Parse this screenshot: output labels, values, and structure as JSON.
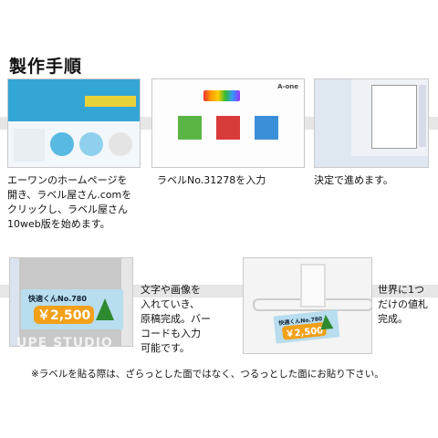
{
  "heading": "製作手順",
  "steps": [
    {
      "caption": "エーワンのホームページを\n開き、ラベル屋さん.comを\nクリックし、ラベル屋さん\n10web版を始めます。"
    },
    {
      "caption": "ラベルNo.31278を入力"
    },
    {
      "caption": "決定で進めます。"
    },
    {
      "caption": "文字や画像を\n入れていき、\n原稿完成。バー\nコードも入力\n可能です。"
    },
    {
      "caption": "世界に1つ\nだけの値札\n完成。"
    }
  ],
  "label_sample": {
    "product": "快適くんNo.780",
    "price": "￥2,500"
  },
  "software_logo": "A-one",
  "watermark": "UPE STUDIO",
  "note": "※ラベルを貼る際は、ざらっとした面ではなく、つるっとした面にお貼り下さい。",
  "colors": {
    "accent": "#33a6d6",
    "price": "#f2a019",
    "label": "#b7ddef"
  }
}
